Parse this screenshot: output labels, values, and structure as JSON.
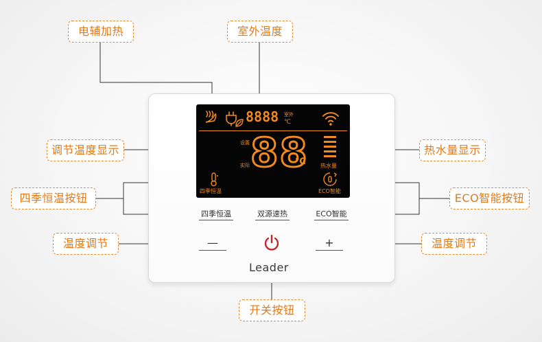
{
  "callouts": {
    "electric_heating": "电辅加热",
    "outdoor_temp": "室外温度",
    "set_temp_display": "调节温度显示",
    "hot_water_display": "热水量显示",
    "season_button": "四季恒温按钮",
    "eco_button": "ECO智能按钮",
    "temp_adjust_left": "温度调节",
    "temp_adjust_right": "温度调节",
    "power_button": "开关按钮"
  },
  "lcd": {
    "outdoor_digits": "8888",
    "outdoor_label": "室外",
    "outdoor_unit": "℃",
    "set_label": "设置",
    "actual_label": "实际",
    "main_digits": "88",
    "main_unit": "℃",
    "hot_water_label": "热水量",
    "season_label": "四季恒温",
    "eco_label": "ECO智能"
  },
  "buttons": {
    "season": "四季恒温",
    "dual_source": "双源速热",
    "eco": "ECO智能",
    "minus": "—",
    "plus": "+"
  },
  "brand": "Leader",
  "colors": {
    "accent": "#e8892c",
    "lcd_bg": "#050505",
    "power": "#c0282c"
  },
  "icons": [
    "heating-icon",
    "plug-icon",
    "leaf-icon",
    "wifi-icon",
    "thermometer-icon",
    "eco-icon",
    "power-icon"
  ]
}
